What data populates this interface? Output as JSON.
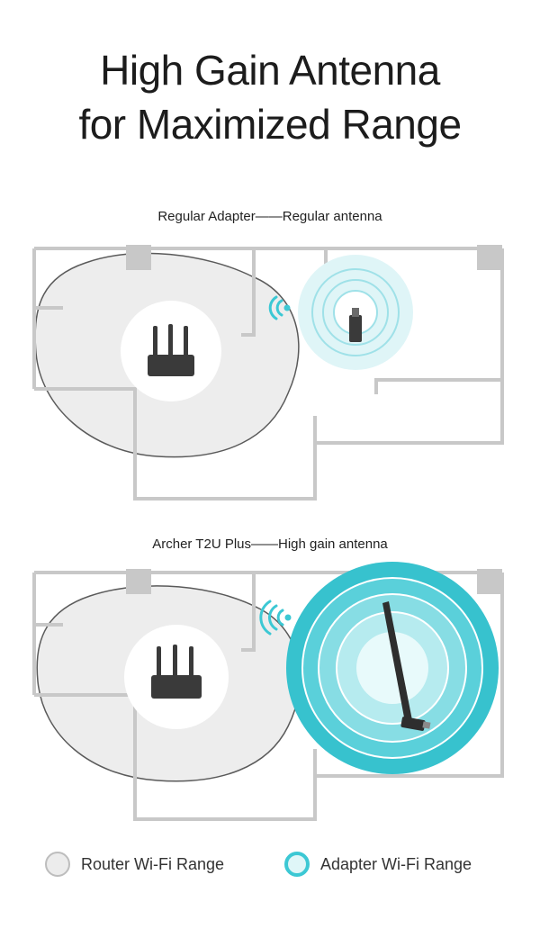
{
  "title": {
    "line1": "High Gain Antenna",
    "line2": "for Maximized Range"
  },
  "diagrams": [
    {
      "caption": "Regular Adapter——Regular antenna"
    },
    {
      "caption": "Archer T2U Plus——High gain antenna"
    }
  ],
  "legend": [
    {
      "label": "Router Wi-Fi Range",
      "icon": "router-range-swatch"
    },
    {
      "label": "Adapter Wi-Fi Range",
      "icon": "adapter-range-swatch"
    }
  ],
  "colors": {
    "wall": "#c8c8c8",
    "router_range": "#ededed",
    "adapter_range": "#3cc8d4",
    "device": "#3a3a3a"
  }
}
